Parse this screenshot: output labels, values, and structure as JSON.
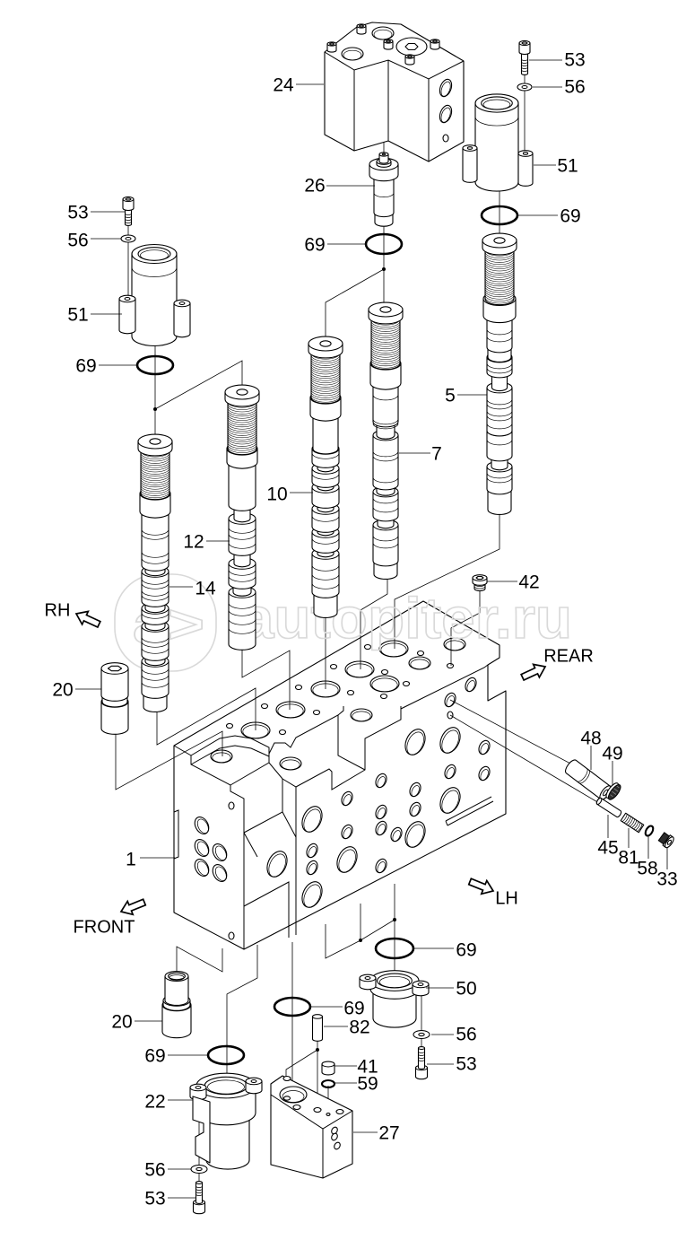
{
  "callouts": [
    "24",
    "53",
    "56",
    "51",
    "26",
    "53",
    "69",
    "56",
    "69",
    "51",
    "69",
    "5",
    "7",
    "10",
    "12",
    "42",
    "14",
    "20",
    "48",
    "49",
    "45",
    "1",
    "81",
    "58",
    "33",
    "69",
    "50",
    "69",
    "20",
    "82",
    "56",
    "69",
    "53",
    "41",
    "59",
    "22",
    "27",
    "56",
    "53"
  ],
  "directions": {
    "rh": "RH",
    "rear": "REAR",
    "lh": "LH",
    "front": "FRONT"
  },
  "watermark": {
    "logo": "a>",
    "text": "autopiter.ru"
  },
  "colors": {
    "line": "#000000",
    "watermark": "#d9d9d9",
    "background": "#ffffff"
  }
}
